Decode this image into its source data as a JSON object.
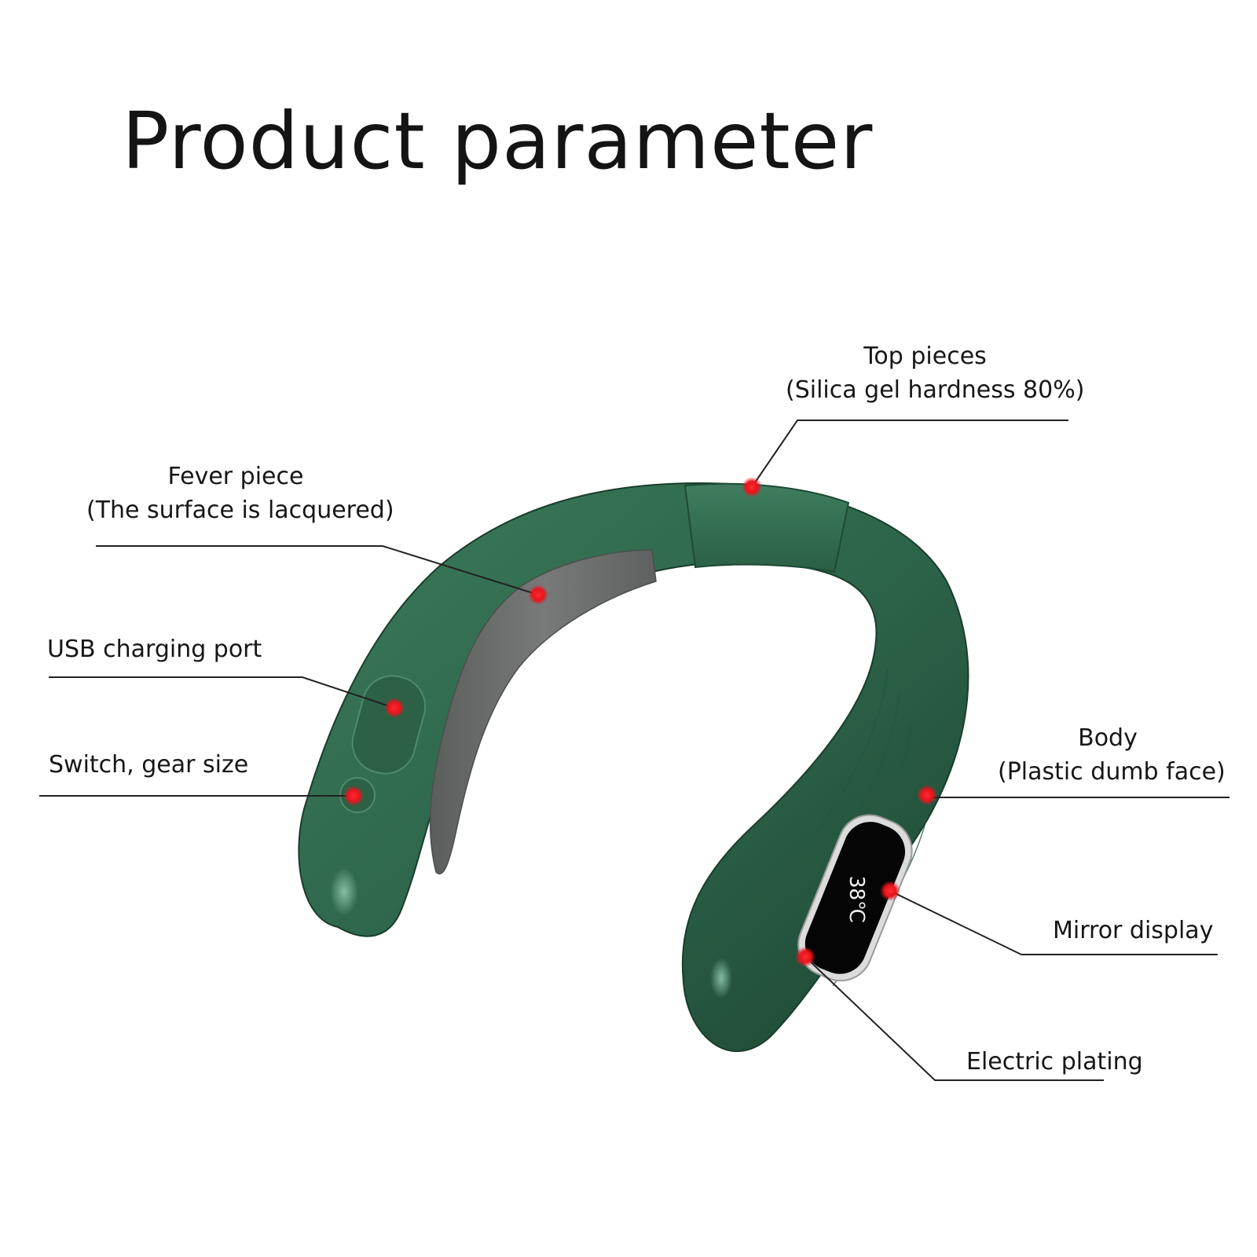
{
  "title": "Product parameter",
  "labels": {
    "top_pieces": {
      "name": "Top pieces",
      "detail": "(Silica gel hardness 80%)"
    },
    "fever_piece": {
      "name": "Fever piece",
      "detail": "(The surface is lacquered)"
    },
    "usb_port": {
      "name": "USB charging port"
    },
    "switch": {
      "name": "Switch, gear size"
    },
    "body": {
      "name": "Body",
      "detail": "(Plastic dumb face)"
    },
    "mirror_display": {
      "name": "Mirror display"
    },
    "electric_plating": {
      "name": "Electric plating"
    }
  },
  "display_readout": "38℃",
  "colors": {
    "body_green": "#2f6a4c",
    "body_dark": "#1f4a35",
    "pad_gray": "#6c6e6d",
    "marker_red": "#e8141e",
    "leader_line": "#222222"
  }
}
